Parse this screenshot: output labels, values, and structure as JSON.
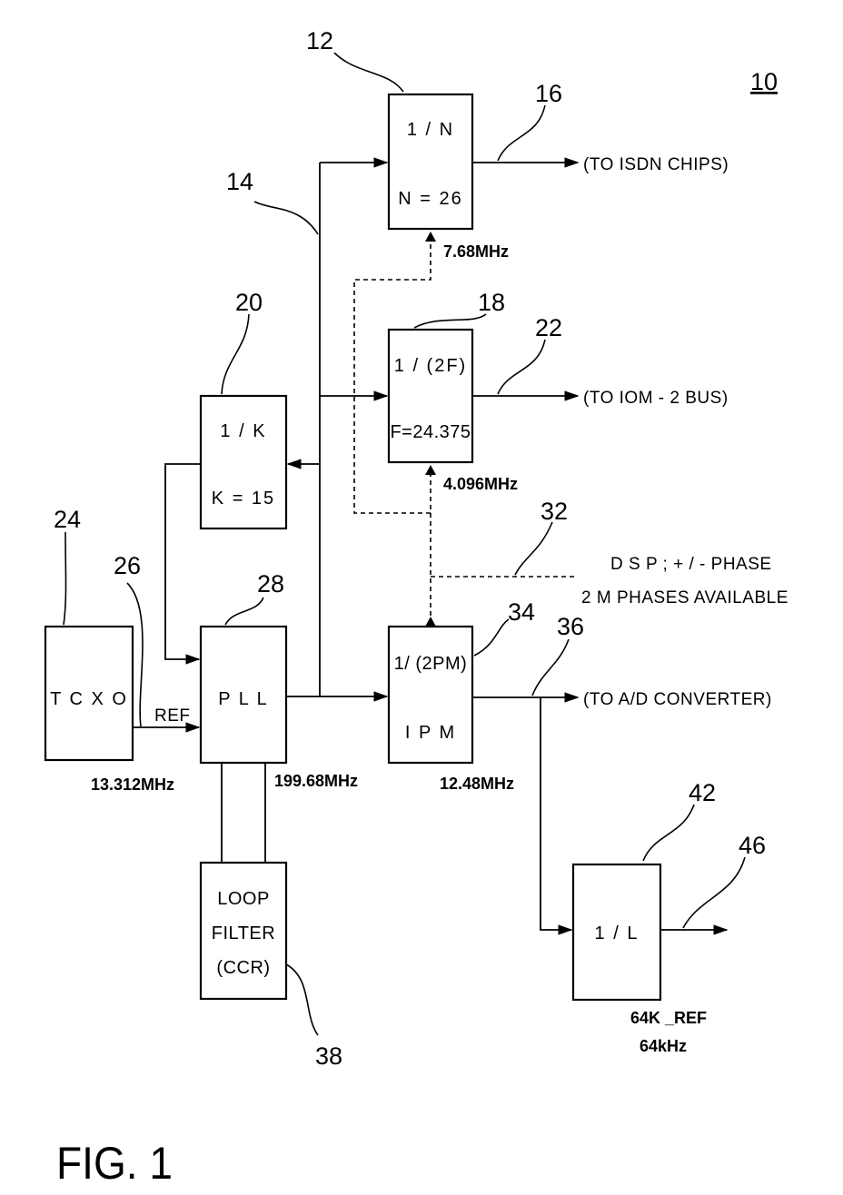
{
  "figure": {
    "title": "FIG. 1",
    "system_ref": "10"
  },
  "blocks": {
    "div_n": {
      "ref": "12",
      "line1": "1 / N",
      "line2": "N = 26"
    },
    "div_2f": {
      "ref": "18",
      "line1": "1 / (2F)",
      "line2": "F=24.375"
    },
    "div_k": {
      "ref": "20",
      "line1": "1 / K",
      "line2": "K = 15"
    },
    "tcxo": {
      "ref": "24",
      "line1": "T C X O"
    },
    "pll": {
      "ref": "28",
      "line1": "P L L"
    },
    "ipm": {
      "ref": "34",
      "line1": "1/ (2PM)",
      "line2": "I P M"
    },
    "loop_filter": {
      "ref": "38",
      "line1": "LOOP",
      "line2": "FILTER",
      "line3": "(CCR)"
    },
    "div_l": {
      "ref": "42",
      "line1": "1 / L"
    }
  },
  "signals": {
    "isdn": {
      "ref": "16",
      "label": "(TO ISDN CHIPS)"
    },
    "iom": {
      "ref": "22",
      "label": "(TO IOM - 2 BUS)"
    },
    "ad": {
      "ref": "36",
      "label": "(TO A/D CONVERTER)"
    },
    "l_out": {
      "ref": "46"
    },
    "pll_bus": {
      "ref": "14"
    },
    "tcxo_out": {
      "ref": "26",
      "label": "REF"
    },
    "dsp": {
      "ref": "32",
      "line1": "D S P ; + / - PHASE",
      "line2": "2 M PHASES AVAILABLE"
    }
  },
  "frequencies": {
    "f_isdn": "7.68MHz",
    "f_iom": "4.096MHz",
    "f_tcxo": "13.312MHz",
    "f_pll": "199.68MHz",
    "f_ipm": "12.48MHz",
    "ref_name": "64K _REF",
    "f_ref": "64kHz"
  }
}
